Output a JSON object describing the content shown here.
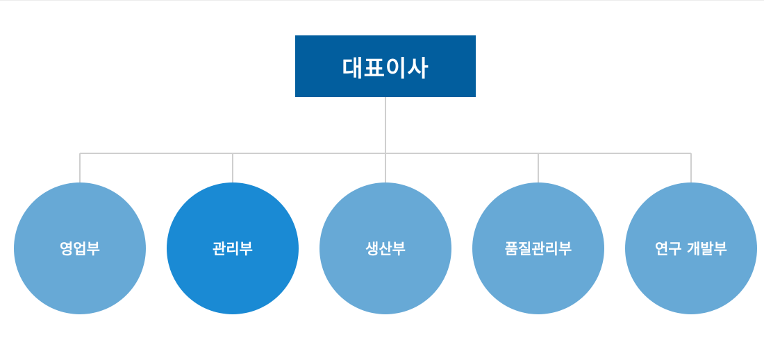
{
  "colors": {
    "ceo_box": "#025e9e",
    "dept_default": "#67a9d6",
    "dept_highlight": "#1a8ad4",
    "connector": "#cfcfcf",
    "label_text": "#ffffff"
  },
  "org_chart": {
    "top": {
      "label": "대표이사"
    },
    "departments": [
      {
        "label": "영업부",
        "highlighted": false
      },
      {
        "label": "관리부",
        "highlighted": true
      },
      {
        "label": "생산부",
        "highlighted": false
      },
      {
        "label": "품질관리부",
        "highlighted": false
      },
      {
        "label": "연구 개발부",
        "highlighted": false
      }
    ]
  }
}
